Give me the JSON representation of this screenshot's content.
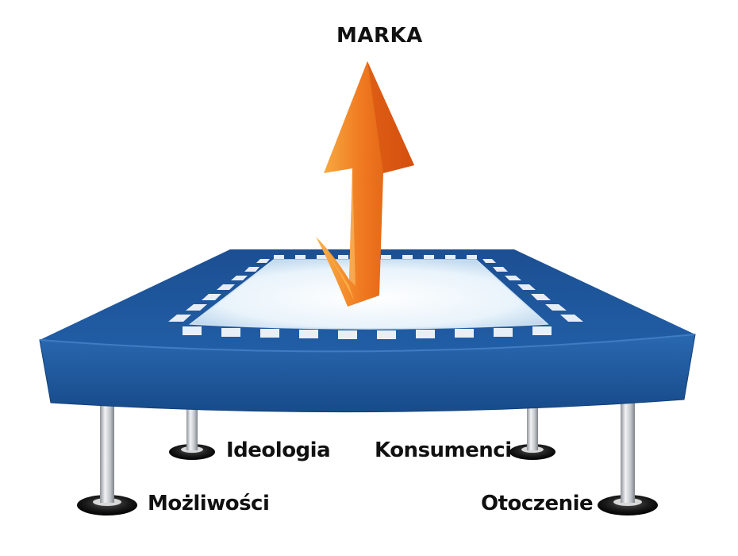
{
  "title": "MARKA",
  "legs": {
    "back_left": "Ideologia",
    "back_right": "Konsumenci",
    "front_left": "Możliwości",
    "front_right": "Otoczenie"
  },
  "colors": {
    "frame_blue": "#1f5aa0",
    "frame_dark": "#124078",
    "arrow_orange": "#ef6a1a",
    "arrow_light": "#f7a23a",
    "mat_light": "#e8f3fb",
    "leg_steel": "#c9ccd1",
    "foot_black": "#111111"
  },
  "icons": {
    "arrow": "up-arrow-icon",
    "trampoline": "trampoline-icon"
  }
}
